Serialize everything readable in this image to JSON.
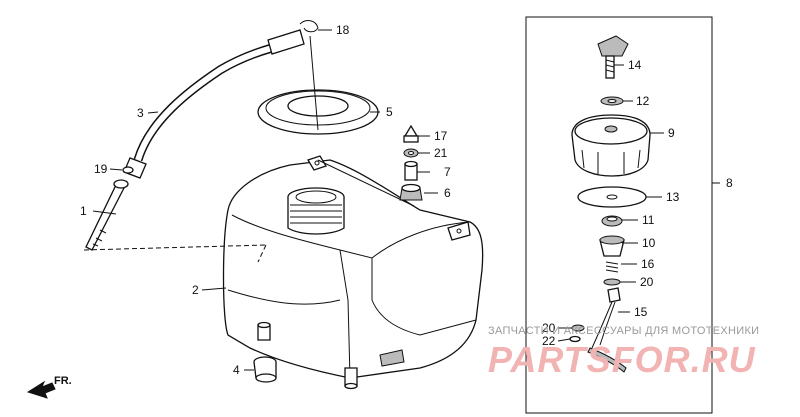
{
  "callouts": {
    "c1": "1",
    "c2": "2",
    "c3": "3",
    "c4": "4",
    "c5": "5",
    "c6": "6",
    "c7": "7",
    "c8": "8",
    "c9": "9",
    "c10": "10",
    "c11": "11",
    "c12": "12",
    "c13": "13",
    "c14": "14",
    "c15": "15",
    "c16": "16",
    "c17": "17",
    "c18": "18",
    "c19": "19",
    "c20a": "20",
    "c20b": "20",
    "c21": "21",
    "c22": "22"
  },
  "front_marker": "FR.",
  "watermark": {
    "caption": "ЗАПЧАСТИ И АКСЕССУАРЫ ДЛЯ МОТОТЕХНИКИ",
    "brand": "PARTSFOR.RU"
  },
  "colors": {
    "ink": "#111111",
    "watermark_red": "#f2b3b3",
    "watermark_gray": "#9a9a9a"
  }
}
